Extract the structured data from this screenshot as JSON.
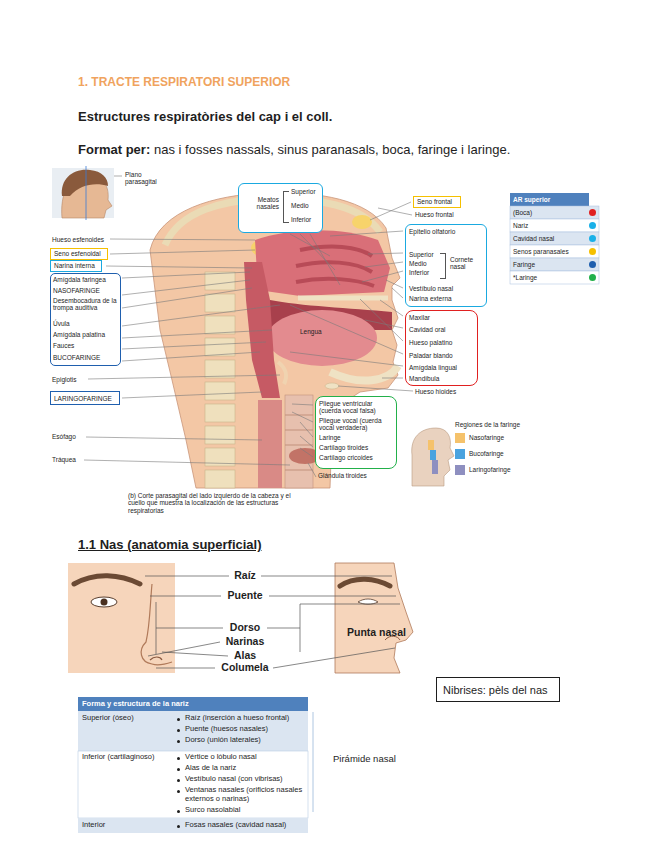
{
  "diagram": {
    "title": "1. TRACTE RESPIRATORI SUPERIOR",
    "caption": "(b) Corte parasagital del lado izquierdo de la cabeza y el cuello que muestra la localización de las estructuras respiratorias",
    "nodes": [
      {
        "text": [
          "Meatos nasales",
          "Superior",
          "Medio",
          "Inferior"
        ]
      },
      {
        "text": [
          "Seno frontal"
        ]
      },
      {
        "text": [
          "Epitelio olfatorio",
          "Superior",
          "Medio",
          "Inferior",
          "Cornete nasal",
          "Vestíbulo nasal",
          "Narina externa"
        ]
      },
      {
        "text": [
          "Seno esfenoidal"
        ]
      },
      {
        "text": [
          "Narina interna"
        ]
      },
      {
        "text": [
          "Amígdala faringea",
          "NASOFARINGE",
          "Desembocadura de la trompa auditiva",
          "Úvula",
          "Amígdala palatina",
          "Fauces",
          "BUCOFARINGE"
        ]
      },
      {
        "text": [
          "Maxilar",
          "Cavidad oral",
          "Hueso palatino",
          "Paladar blando",
          "Amígdala lingual",
          "Mandíbula"
        ]
      },
      {
        "text": [
          "LARINGOFARINGE"
        ]
      },
      {
        "text": [
          "Pliegue ventricular (cuerda vocal falsa)",
          "Pliegue vocal (cuerda vocal verdadera)",
          "Laringe",
          "Cartílago tiroides",
          "Cartílago cricoides"
        ]
      },
      {
        "text": [
          "Nibrises: pèls del nas"
        ]
      }
    ],
    "labels": [
      "Estructures respiratòries del cap i el coll.",
      "Format per:",
      "nas i fosses nassals, sinus paranasals, boca, faringe i laringe.",
      "Plano parasagital",
      "Hueso esfenoides",
      "Epiglotis",
      "Esófago",
      "Tráquea",
      "Hueso frontal",
      "Lengua",
      "Hueso hioides",
      "Glándula tiroides",
      "AR superior",
      "Regiones de la faringe",
      "1.1 Nas (anatomia superficial)",
      "Raíz",
      "Puente",
      "Dorso",
      "Narinas",
      "Alas",
      "Columela",
      "Punta nasal",
      "Forma y estructura de la nariz",
      "Superior (óseo)",
      "Raíz (inserción a hueso frontal)",
      "Puente (huesos nasales)",
      "Dorso (unión laterales)",
      "Inferior (cartilaginoso)",
      "Vértice o lóbulo nasal",
      "Alas de la nariz",
      "Vestíbulo nasal (con vibrisas)",
      "Ventanas nasales (orificios nasales externos o narinas)",
      "Surco nasolabial",
      "Interior",
      "Fosas nasales (cavidad nasal)",
      "Pirámide nasal"
    ],
    "legend": [
      {
        "text": "(Boca)",
        "color": "#e02020"
      },
      {
        "text": "Nariz",
        "color": "#1ab0e8"
      },
      {
        "text": "Cavidad nasal",
        "color": "#1ab0e8"
      },
      {
        "text": "Senos paranasales",
        "color": "#f5c000"
      },
      {
        "text": "Faringe",
        "color": "#1f5fae"
      },
      {
        "text": "*Laringe",
        "color": "#22b04a"
      },
      {
        "text": "Nasofaringe",
        "color": "#f5c26b"
      },
      {
        "text": "Bucofaringe",
        "color": "#4aa3df"
      },
      {
        "text": "Laringofaringe",
        "color": "#8e8fc0"
      }
    ]
  }
}
